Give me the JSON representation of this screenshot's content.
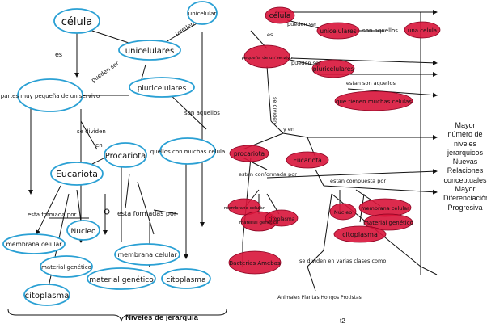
{
  "left_map": {
    "nodes": {
      "celula": "célula",
      "unicelular": "unicelular",
      "unicelulares": "unicelulares",
      "partes": "partes muy pequeña de un servivo",
      "pluricelulares": "pluricelulares",
      "quellos": "quellos con muchas celula",
      "eucariota": "Eucariota",
      "procariota": "Procariota",
      "nucleo": "Nucleo",
      "membrana_celular": "membrana celular",
      "material_genetico_small": "material genético",
      "citoplasma_small": "citoplasma",
      "membrana_celular_2": "membrana celular",
      "material_genetico_2": "material genético",
      "citoplasma_2": "citoplasma"
    },
    "links": {
      "es": "es",
      "pueden_ser": "pueden ser",
      "pueden": "pueden",
      "son_aquellos": "son aquellos",
      "se_dividen": "se dividen",
      "en": "en",
      "esta_formada_por": "esta formada por",
      "esta_formadas_por": "esta formadas por"
    },
    "caption": "Niveles de jerarquía"
  },
  "right_map": {
    "nodes": {
      "celula": "célula",
      "unicelulares": "unicelulares",
      "son_aquellos_una": "son aquellos",
      "una_celula": "una celula",
      "un_servivo": "pequeña de un servivo",
      "pluricelulares": "pluricelulares",
      "muchas_celulas": "que tienen muchas celulas",
      "procariota": "procariota",
      "eucariota": "Eucariota",
      "membrana_celular": "membrana celular",
      "material_genetico": "material genético",
      "citoplasma": "citoplasma",
      "nucleo": "Nucleo",
      "membrana_celular_2": "membrana celular",
      "material_genetico_2": "material genético",
      "citoplasma_2": "citoplasma",
      "bacterias": "Bacterias Amebas",
      "reinos": "Animales Plantas Hongos Protistas"
    },
    "links": {
      "es": "es",
      "pueden_ser": "pueden ser",
      "pueden_ser_2": "pueden ser",
      "son_aquellos": "estan son aquellos",
      "se_dividen": "se dividen",
      "y_en": "y en",
      "estan_conformada_por": "estan conformada por",
      "estan_compuesta_por": "estan compuesta por",
      "se_dividen_clases": "se dividen en varias clases como"
    },
    "caption": "t2"
  },
  "legend_text": [
    "Mayor",
    "número de",
    "niveles",
    "jerarquicos",
    "Nuevas",
    "Relaciones",
    "conceptuales",
    "Mayor",
    "Diferenciación",
    "Progresiva"
  ],
  "colors": {
    "ink": "#111111",
    "blue": "#2aa0d4",
    "red": "#d8143a"
  }
}
